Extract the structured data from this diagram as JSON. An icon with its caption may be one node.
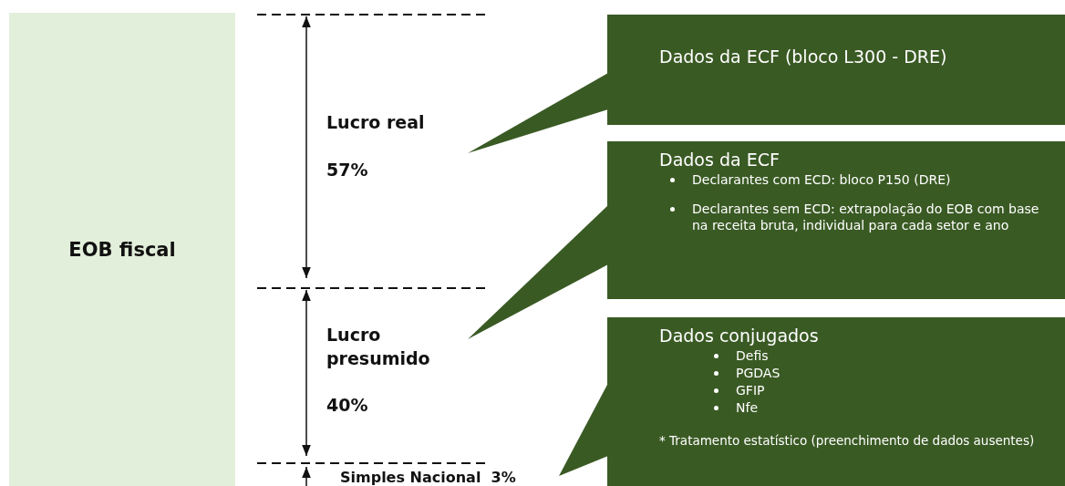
{
  "diagram": {
    "nodes": [
      {
        "text": [
          "EOB fiscal"
        ]
      },
      {
        "text": [
          "Lucro real",
          "57%"
        ]
      },
      {
        "text": [
          "Lucro presumido",
          "40%"
        ]
      },
      {
        "text": [
          "Simples Nacional  3%"
        ]
      },
      {
        "text": [
          "Dados da ECF (bloco L300 - DRE)"
        ]
      },
      {
        "text": [
          "Dados da ECF",
          "Declarantes com ECD: bloco P150 (DRE)",
          "Declarantes sem ECD: extrapolação do EOB com base na receita bruta, individual para cada setor e ano"
        ]
      },
      {
        "text": [
          "Dados conjugados",
          "Defis",
          "PGDAS",
          "GFIP",
          "Nfe",
          "* Tratamento estatístico (preenchimento de dados ausentes)"
        ]
      }
    ],
    "edges": [
      {
        "from": 4,
        "to": 1,
        "arrow": "to"
      },
      {
        "from": 5,
        "to": 2,
        "arrow": "to"
      },
      {
        "from": 6,
        "to": 3,
        "arrow": "to"
      }
    ]
  }
}
